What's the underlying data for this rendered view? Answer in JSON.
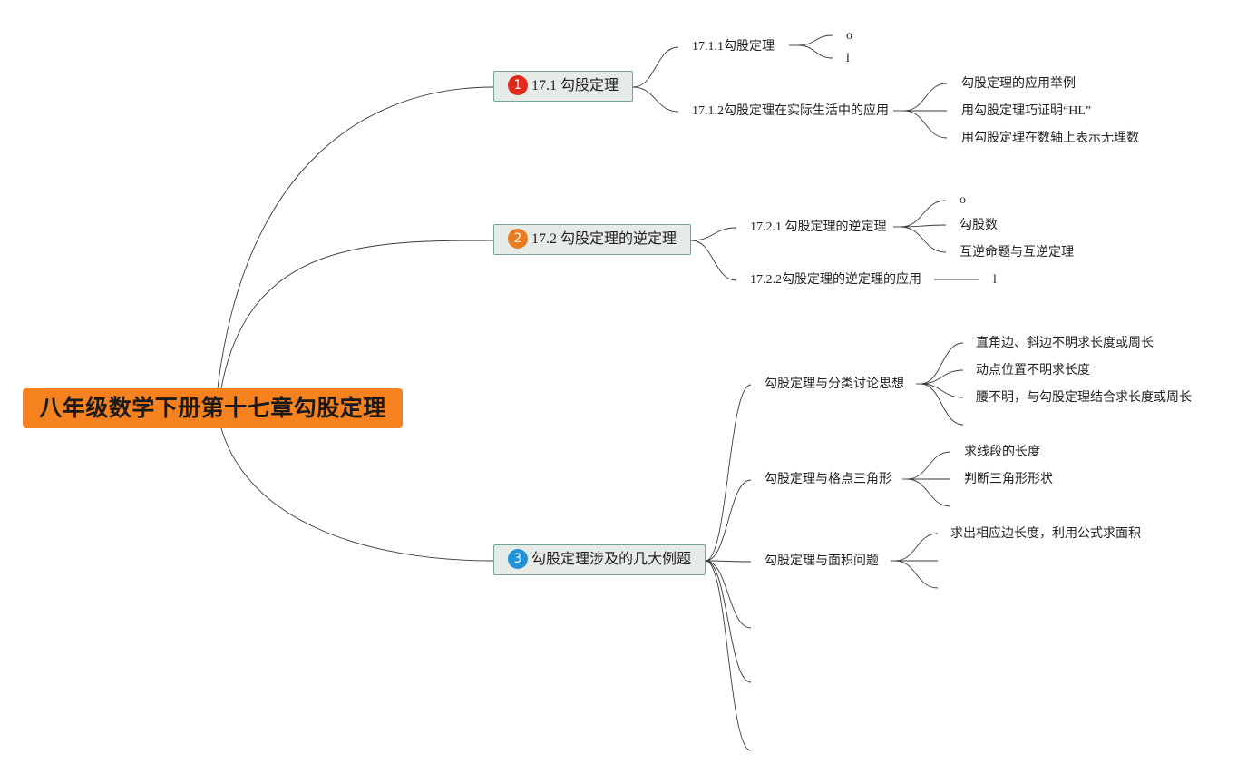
{
  "root": {
    "label": "八年级数学下册第十七章勾股定理"
  },
  "branches": [
    {
      "marker": "1",
      "marker_color": "#e02b1c",
      "label": "17.1 勾股定理",
      "children": [
        {
          "label": "17.1.1勾股定理",
          "children": [
            "o",
            "l"
          ]
        },
        {
          "label": "17.1.2勾股定理在实际生活中的应用",
          "children": [
            "勾股定理的应用举例",
            "用勾股定理巧证明“HL”",
            "用勾股定理在数轴上表示无理数"
          ]
        }
      ]
    },
    {
      "marker": "2",
      "marker_color": "#ec7b1e",
      "label": "17.2 勾股定理的逆定理",
      "children": [
        {
          "label": "17.2.1 勾股定理的逆定理",
          "children": [
            "o",
            "勾股数",
            "互逆命题与互逆定理"
          ]
        },
        {
          "label": "17.2.2勾股定理的逆定理的应用",
          "children": [
            "l"
          ]
        }
      ]
    },
    {
      "marker": "3",
      "marker_color": "#2393d7",
      "label": "勾股定理涉及的几大例题",
      "children": [
        {
          "label": "勾股定理与分类讨论思想",
          "children": [
            "直角边、斜边不明求长度或周长",
            "动点位置不明求长度",
            "腰不明，与勾股定理结合求长度或周长",
            ""
          ]
        },
        {
          "label": "勾股定理与格点三角形",
          "children": [
            "求线段的长度",
            "判断三角形形状",
            ""
          ]
        },
        {
          "label": "勾股定理与面积问题",
          "children": [
            "求出相应边长度，利用公式求面积",
            "",
            ""
          ]
        },
        {
          "label": "",
          "children": []
        },
        {
          "label": "",
          "children": []
        },
        {
          "label": "",
          "children": []
        }
      ]
    }
  ]
}
